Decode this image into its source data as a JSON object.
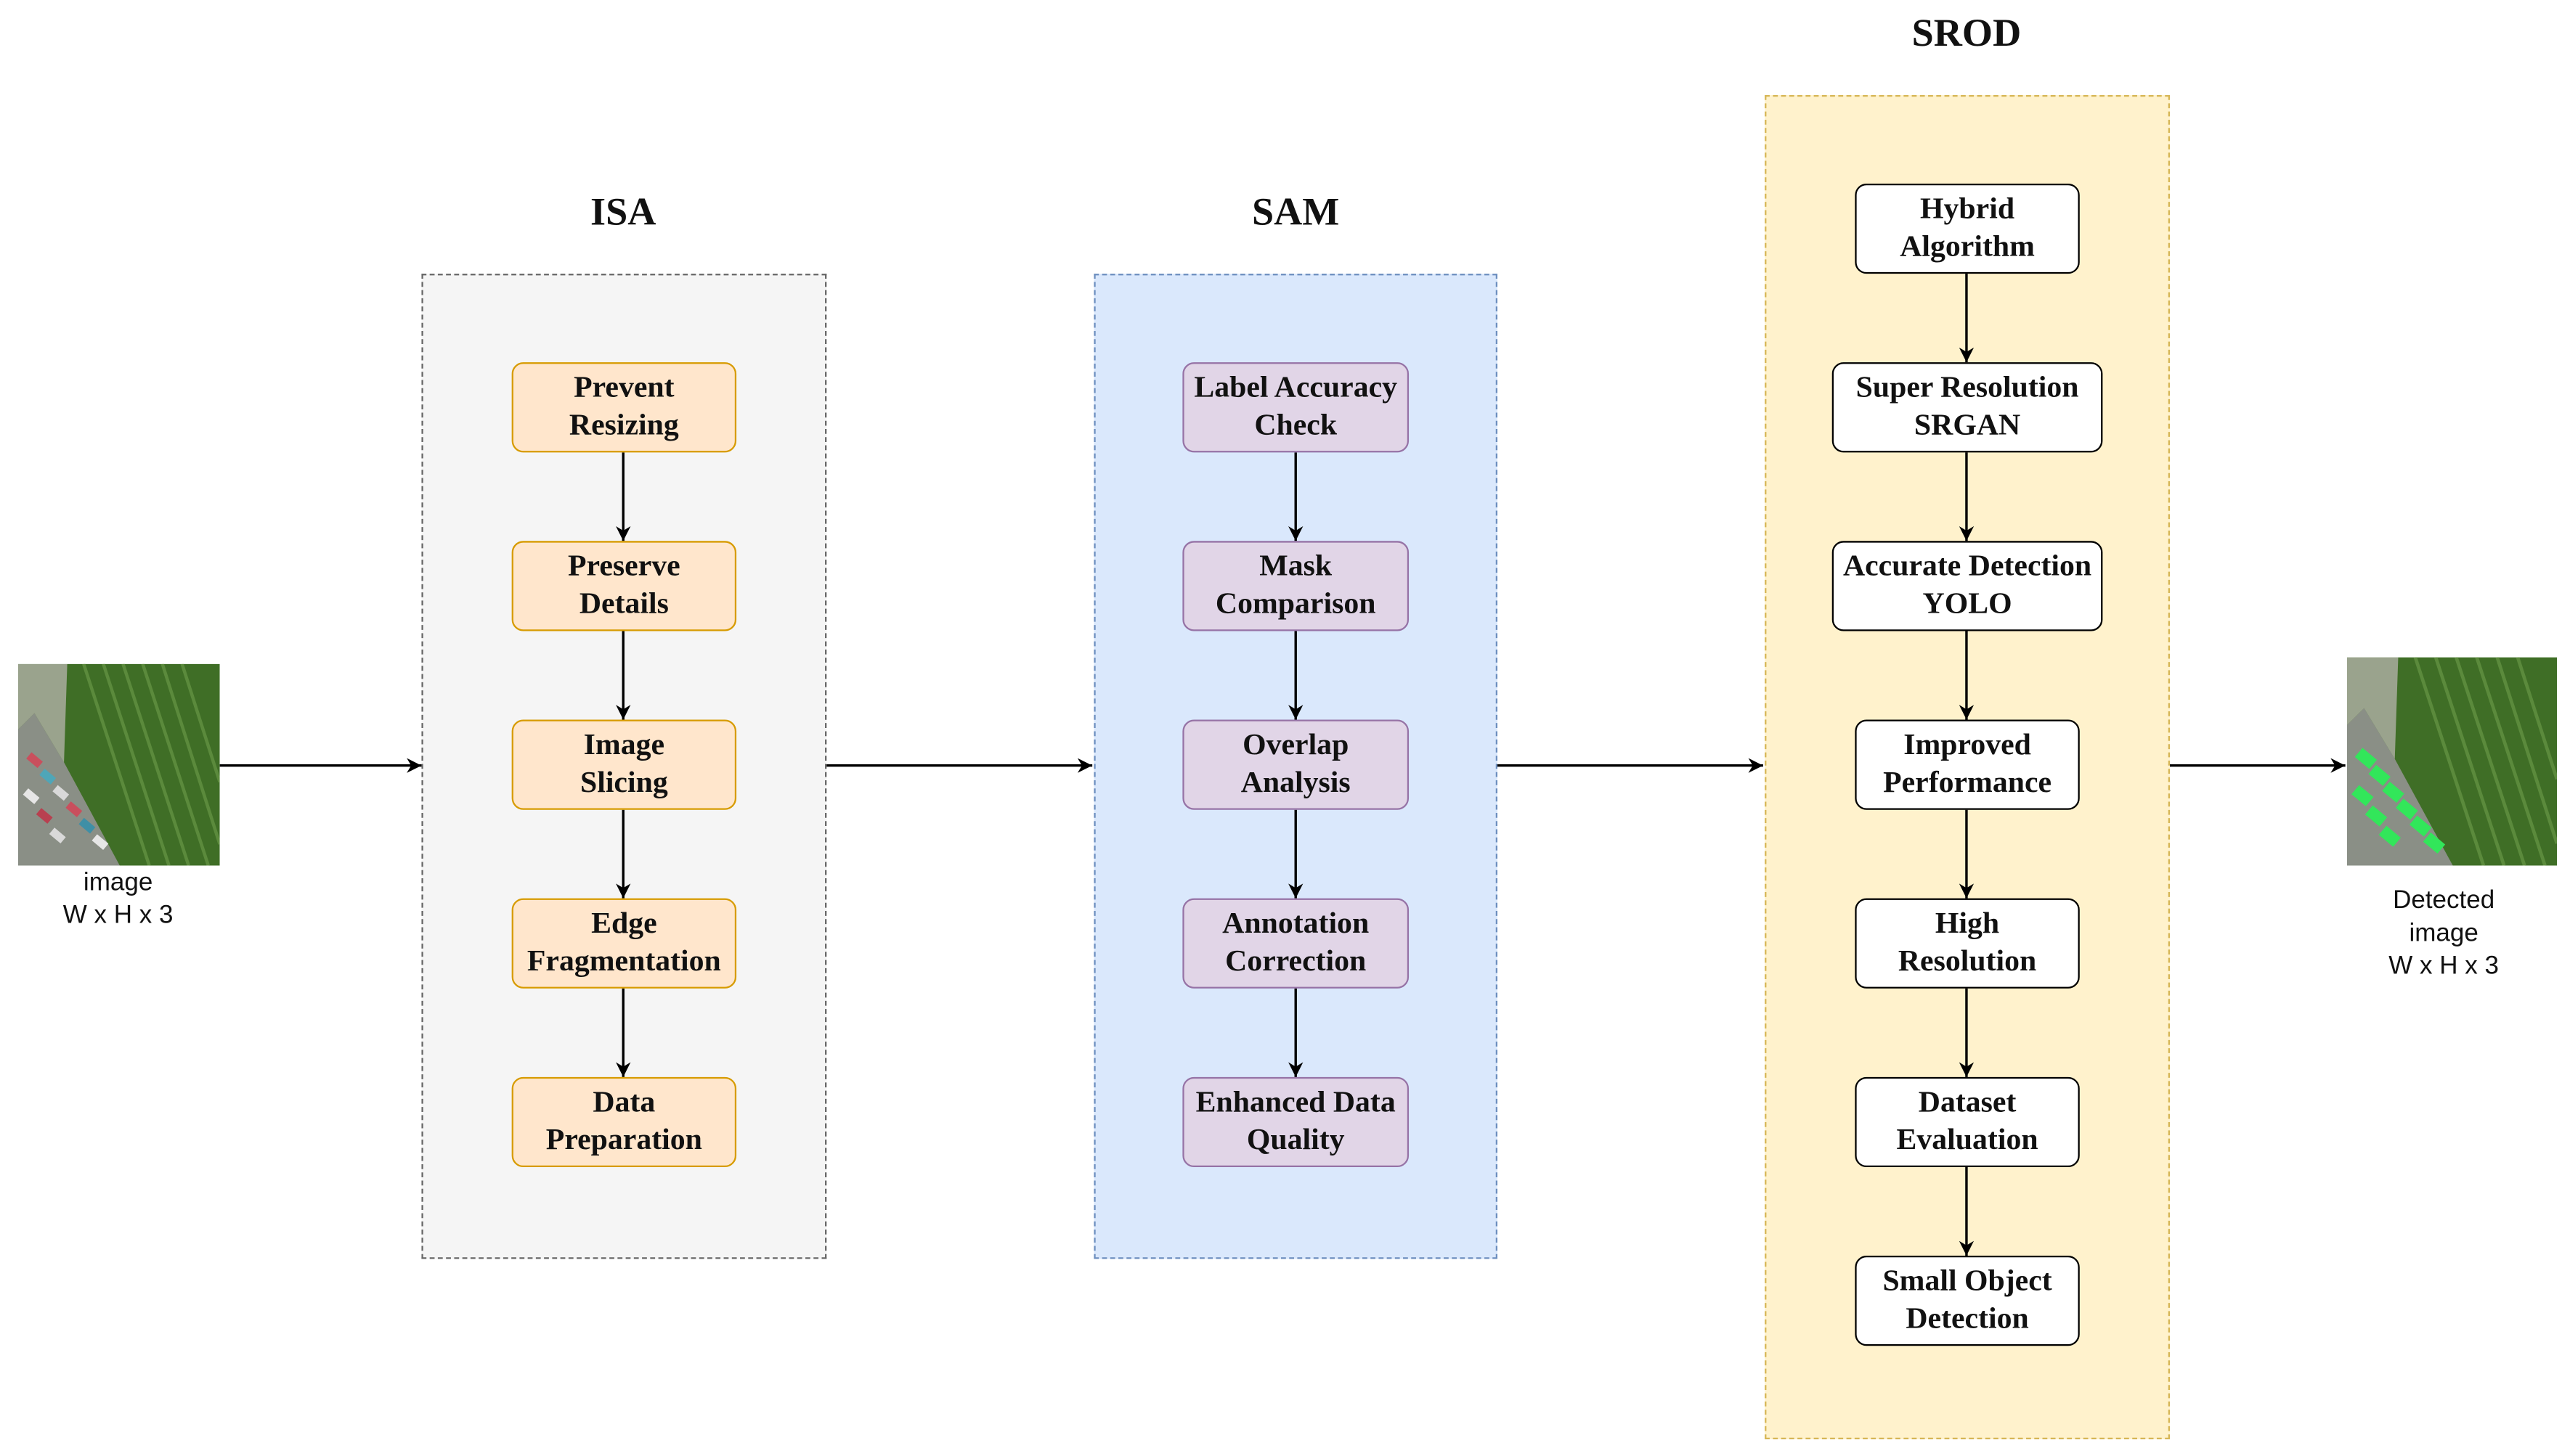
{
  "colors": {
    "isa_fill": "#f5f5f5",
    "isa_border": "#666666",
    "isa_box_fill": "#ffe6cc",
    "isa_box_border": "#d79b00",
    "sam_fill": "#dae8fc",
    "sam_border": "#6c8ebf",
    "sam_box_fill": "#e1d5e7",
    "sam_box_border": "#9673a6",
    "srod_fill": "#fff2cc",
    "srod_border": "#d6b656",
    "srod_box_fill": "#ffffff",
    "srod_box_border": "#000000"
  },
  "input": {
    "label": "image",
    "dims": "W x H x 3"
  },
  "output": {
    "label_line1": "Detected",
    "label_line2": "image",
    "dims": "W x H x 3"
  },
  "isa": {
    "title": "ISA",
    "steps": [
      {
        "l1": "Prevent",
        "l2": "Resizing"
      },
      {
        "l1": "Preserve",
        "l2": "Details"
      },
      {
        "l1": "Image",
        "l2": "Slicing"
      },
      {
        "l1": "Edge",
        "l2": "Fragmentation"
      },
      {
        "l1": "Data",
        "l2": "Preparation"
      }
    ]
  },
  "sam": {
    "title": "SAM",
    "steps": [
      {
        "l1": "Label Accuracy",
        "l2": "Check"
      },
      {
        "l1": "Mask",
        "l2": "Comparison"
      },
      {
        "l1": "Overlap",
        "l2": "Analysis"
      },
      {
        "l1": "Annotation",
        "l2": "Correction"
      },
      {
        "l1": "Enhanced Data",
        "l2": "Quality"
      }
    ]
  },
  "srod": {
    "title": "SROD",
    "steps": [
      {
        "l1": "Hybrid",
        "l2": "Algorithm"
      },
      {
        "l1": "Super Resolution",
        "l2": "SRGAN"
      },
      {
        "l1": "Accurate Detection",
        "l2": "YOLO"
      },
      {
        "l1": "Improved",
        "l2": "Performance"
      },
      {
        "l1": "High",
        "l2": "Resolution"
      },
      {
        "l1": "Dataset",
        "l2": "Evaluation"
      },
      {
        "l1": "Small Object",
        "l2": "Detection"
      }
    ]
  }
}
